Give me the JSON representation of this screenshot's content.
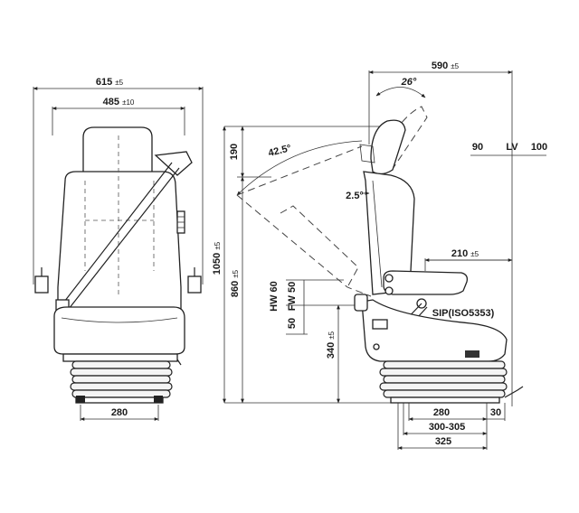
{
  "front_view": {
    "width_overall": {
      "value": "615",
      "tol": "±5"
    },
    "width_inner": {
      "value": "485",
      "tol": "±10"
    },
    "base_width": {
      "value": "280"
    }
  },
  "side_view": {
    "depth_overall": {
      "value": "590",
      "tol": "±5"
    },
    "headrest_angle": "26°",
    "backrest_angle": "42.5°",
    "back_tilt_angle": "2.5°",
    "headrest_height": "190",
    "height_total": {
      "value": "1050",
      "tol": "±5"
    },
    "height_back": {
      "value": "860",
      "tol": "±5"
    },
    "hw_label": "HW",
    "hw_value": "60",
    "fw_label": "FW",
    "fw_value": "50",
    "fw_extra": "50",
    "seat_height": {
      "value": "340",
      "tol": "±5"
    },
    "armrest": {
      "value": "210",
      "tol": "±5"
    },
    "sip_label": "SIP(ISO5353)",
    "lv_label": "LV",
    "lv_back": "90",
    "lv_front": "100",
    "base_280": "280",
    "base_30": "30",
    "base_300_305": "300-305",
    "base_325": "325"
  }
}
